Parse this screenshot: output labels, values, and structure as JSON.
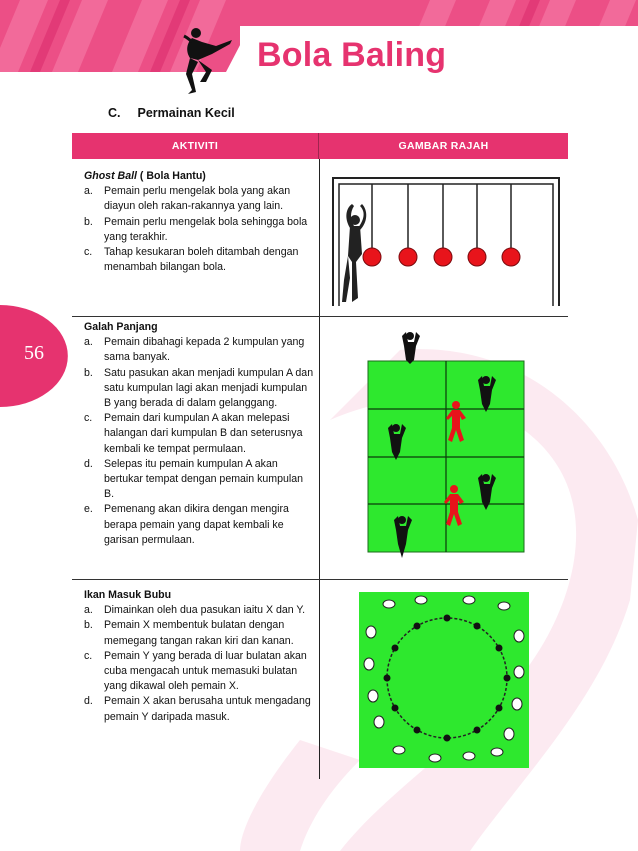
{
  "header": {
    "title": "Bola Baling",
    "accent_color": "#e6336f",
    "logo_icon": "handball-player-icon"
  },
  "page_number": "56",
  "section": {
    "letter": "C.",
    "title": "Permainan Kecil"
  },
  "table": {
    "headers": [
      "AKTIVITI",
      "GAMBAR RAJAH"
    ],
    "rows": [
      {
        "title_italic": "Ghost Ball",
        "title_rest": " ( Bola Hantu)",
        "items": [
          {
            "letter": "a.",
            "text": "Pemain perlu mengelak bola yang akan diayun oleh rakan-rakannya yang lain."
          },
          {
            "letter": "b.",
            "text": "Pemain perlu mengelak bola sehingga bola yang terakhir."
          },
          {
            "letter": "c.",
            "text": "Tahap kesukaran boleh ditambah dengan menambah bilangan bola."
          }
        ],
        "diagram_icon": "swinging-balls-diagram-icon"
      },
      {
        "title_italic": "",
        "title_rest": "Galah Panjang",
        "items": [
          {
            "letter": "a.",
            "text": "Pemain dibahagi kepada 2 kumpulan yang sama banyak."
          },
          {
            "letter": "b.",
            "text": "Satu pasukan akan menjadi kumpulan A dan satu kumpulan lagi akan menjadi kumpulan B yang berada di dalam gelanggang."
          },
          {
            "letter": "c.",
            "text": "Pemain dari kumpulan A akan melepasi halangan dari kumpulan B dan seterusnya kembali ke tempat permulaan."
          },
          {
            "letter": "d.",
            "text": "Selepas itu pemain kumpulan A akan bertukar tempat dengan pemain kumpulan B."
          },
          {
            "letter": "e.",
            "text": "Pemenang akan dikira dengan mengira berapa pemain yang dapat kembali ke garisan permulaan."
          }
        ],
        "diagram_icon": "galah-panjang-court-icon"
      },
      {
        "title_italic": "",
        "title_rest": "Ikan Masuk Bubu",
        "items": [
          {
            "letter": "a.",
            "text": "Dimainkan oleh dua pasukan iaitu X dan Y."
          },
          {
            "letter": "b.",
            "text": "Pemain X membentuk bulatan dengan memegang tangan rakan kiri dan kanan."
          },
          {
            "letter": "c.",
            "text": "Pemain Y yang berada di luar bulatan akan cuba mengacah untuk memasuki bulatan yang dikawal oleh pemain X."
          },
          {
            "letter": "d.",
            "text": "Pemain X akan berusaha untuk mengadang pemain Y daripada masuk."
          }
        ],
        "diagram_icon": "circle-game-field-icon"
      }
    ]
  },
  "colors": {
    "court_green": "#2ee82e",
    "ball_red": "#e8141b",
    "runner_red": "#e8141b"
  }
}
